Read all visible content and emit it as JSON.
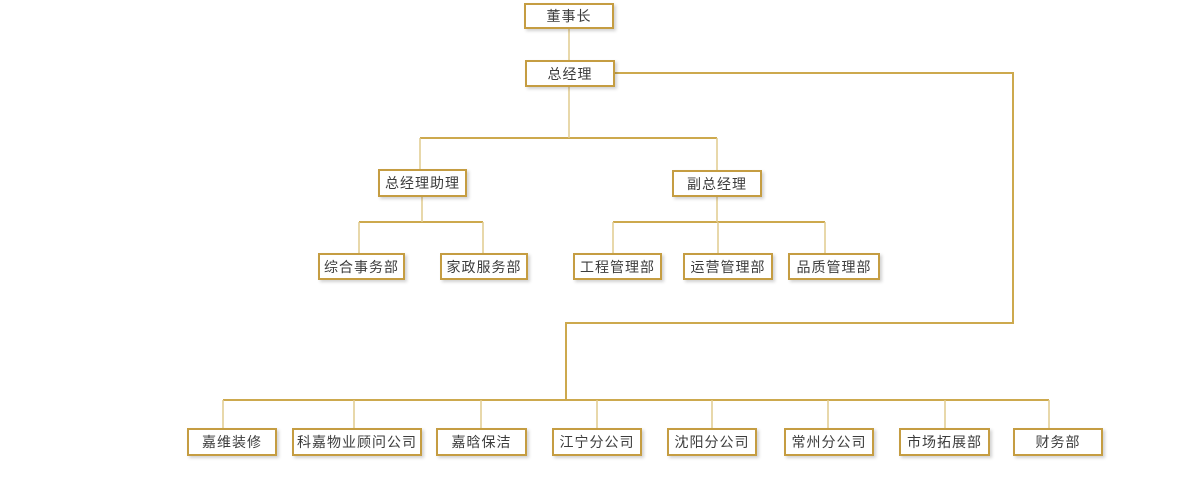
{
  "colors": {
    "box_border": "#c59d42",
    "connector_strong": "#cda94e",
    "connector_light": "#e0ca8e",
    "text": "#3c3c3c",
    "background": "#ffffff"
  },
  "org_chart": {
    "type": "organization-chart",
    "nodes": [
      {
        "id": "chairman",
        "label": "董事长",
        "parent": null
      },
      {
        "id": "general-manager",
        "label": "总经理",
        "parent": "chairman"
      },
      {
        "id": "gm-assistant",
        "label": "总经理助理",
        "parent": "general-manager"
      },
      {
        "id": "deputy-gm",
        "label": "副总经理",
        "parent": "general-manager"
      },
      {
        "id": "general-affairs",
        "label": "综合事务部",
        "parent": "gm-assistant"
      },
      {
        "id": "housekeeping",
        "label": "家政服务部",
        "parent": "gm-assistant"
      },
      {
        "id": "engineering",
        "label": "工程管理部",
        "parent": "deputy-gm"
      },
      {
        "id": "operations",
        "label": "运营管理部",
        "parent": "deputy-gm"
      },
      {
        "id": "quality",
        "label": "品质管理部",
        "parent": "deputy-gm"
      },
      {
        "id": "jiawei-decoration",
        "label": "嘉维装修",
        "parent": "general-manager"
      },
      {
        "id": "kejia-property",
        "label": "科嘉物业顾问公司",
        "parent": "general-manager"
      },
      {
        "id": "jiahan-cleaning",
        "label": "嘉晗保洁",
        "parent": "general-manager"
      },
      {
        "id": "jiangning-branch",
        "label": "江宁分公司",
        "parent": "general-manager"
      },
      {
        "id": "shenyang-branch",
        "label": "沈阳分公司",
        "parent": "general-manager"
      },
      {
        "id": "changzhou-branch",
        "label": "常州分公司",
        "parent": "general-manager"
      },
      {
        "id": "market-expansion",
        "label": "市场拓展部",
        "parent": "general-manager"
      },
      {
        "id": "finance",
        "label": "财务部",
        "parent": "general-manager"
      }
    ]
  }
}
